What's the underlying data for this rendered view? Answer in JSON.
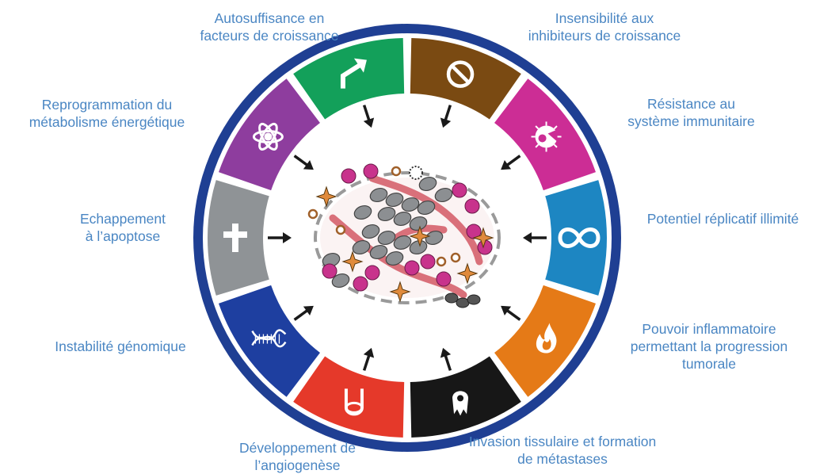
{
  "colors": {
    "ring": "#1f3f93",
    "label": "#4a86c3",
    "arrow": "#1a1a1a",
    "cell_gray": "#8c8f92",
    "cell_pink": "#c8338c",
    "vessel": "#d9707a",
    "stroma": "#e08a3c"
  },
  "hallmarks": [
    {
      "label": "Autosuffisance en\nfacteurs de croissance",
      "color": "#13a05a",
      "icon": "bent-arrow-icon"
    },
    {
      "label": "Insensibilité aux\ninhibiteurs de croissance",
      "color": "#7a4a12",
      "icon": "prohibition-icon"
    },
    {
      "label": "Résistance au\nsystème immunitaire",
      "color": "#cc2d95",
      "icon": "immune-cell-icon"
    },
    {
      "label": "Potentiel réplicatif illimité",
      "color": "#1d86c2",
      "icon": "infinity-icon"
    },
    {
      "label": "Pouvoir inflammatoire\npermettant la progression\ntumorale",
      "color": "#e57a17",
      "icon": "flame-icon"
    },
    {
      "label": "Invasion tissulaire et formation\nde métastases",
      "color": "#171717",
      "icon": "metastasis-cell-icon"
    },
    {
      "label": "Développement de\nl’angiogenèse",
      "color": "#e5392a",
      "icon": "blood-vessel-icon"
    },
    {
      "label": "Instabilité génomique",
      "color": "#1e3fa0",
      "icon": "dna-icon"
    },
    {
      "label": "Echappement\nà l’apoptose",
      "color": "#8f9396",
      "icon": "cross-icon"
    },
    {
      "label": "Reprogrammation du\nmétabolisme énergétique",
      "color": "#8e3d9e",
      "icon": "atom-icon"
    }
  ]
}
